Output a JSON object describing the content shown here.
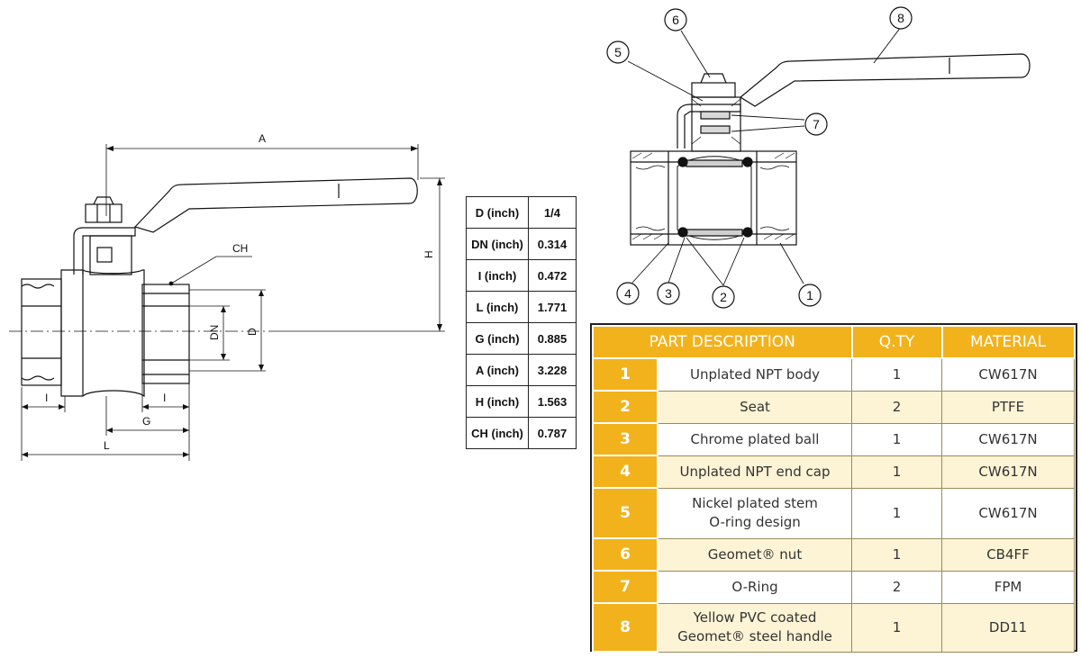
{
  "dimension_labels": {
    "A": "A",
    "H": "H",
    "CH": "CH",
    "DN": "DN",
    "D": "D",
    "I_left": "I",
    "I_right": "I",
    "G": "G",
    "L": "L"
  },
  "dimensions_table": {
    "rows": [
      {
        "label": "D  (inch)",
        "value": "1/4"
      },
      {
        "label": "DN  (inch)",
        "value": "0.314"
      },
      {
        "label": "I  (inch)",
        "value": "0.472"
      },
      {
        "label": "L  (inch)",
        "value": "1.771"
      },
      {
        "label": "G  (inch)",
        "value": "0.885"
      },
      {
        "label": "A  (inch)",
        "value": "3.228"
      },
      {
        "label": "H  (inch)",
        "value": "1.563"
      },
      {
        "label": "CH  (inch)",
        "value": "0.787"
      }
    ]
  },
  "callouts": [
    "1",
    "2",
    "3",
    "4",
    "5",
    "6",
    "7",
    "8"
  ],
  "parts_table": {
    "headers": {
      "description": "PART DESCRIPTION",
      "qty": "Q.TY",
      "material": "MATERIAL"
    },
    "rows": [
      {
        "num": "1",
        "line1": "Unplated NPT body",
        "line2": "",
        "qty": "1",
        "material": "CW617N"
      },
      {
        "num": "2",
        "line1": "Seat",
        "line2": "",
        "qty": "2",
        "material": "PTFE"
      },
      {
        "num": "3",
        "line1": "Chrome plated ball",
        "line2": "",
        "qty": "1",
        "material": "CW617N"
      },
      {
        "num": "4",
        "line1": "Unplated NPT end cap",
        "line2": "",
        "qty": "1",
        "material": "CW617N"
      },
      {
        "num": "5",
        "line1": "Nickel plated stem",
        "line2": "O-ring design",
        "qty": "1",
        "material": "CW617N"
      },
      {
        "num": "6",
        "line1": "Geomet® nut",
        "line2": "",
        "qty": "1",
        "material": "CB4FF"
      },
      {
        "num": "7",
        "line1": "O-Ring",
        "line2": "",
        "qty": "2",
        "material": "FPM"
      },
      {
        "num": "8",
        "line1": "Yellow PVC coated",
        "line2": "Geomet® steel handle",
        "qty": "1",
        "material": "DD11"
      }
    ]
  },
  "colors": {
    "header_yellow": "#f2b21c",
    "row_tint": "#fdf3d5",
    "line": "#111111"
  }
}
